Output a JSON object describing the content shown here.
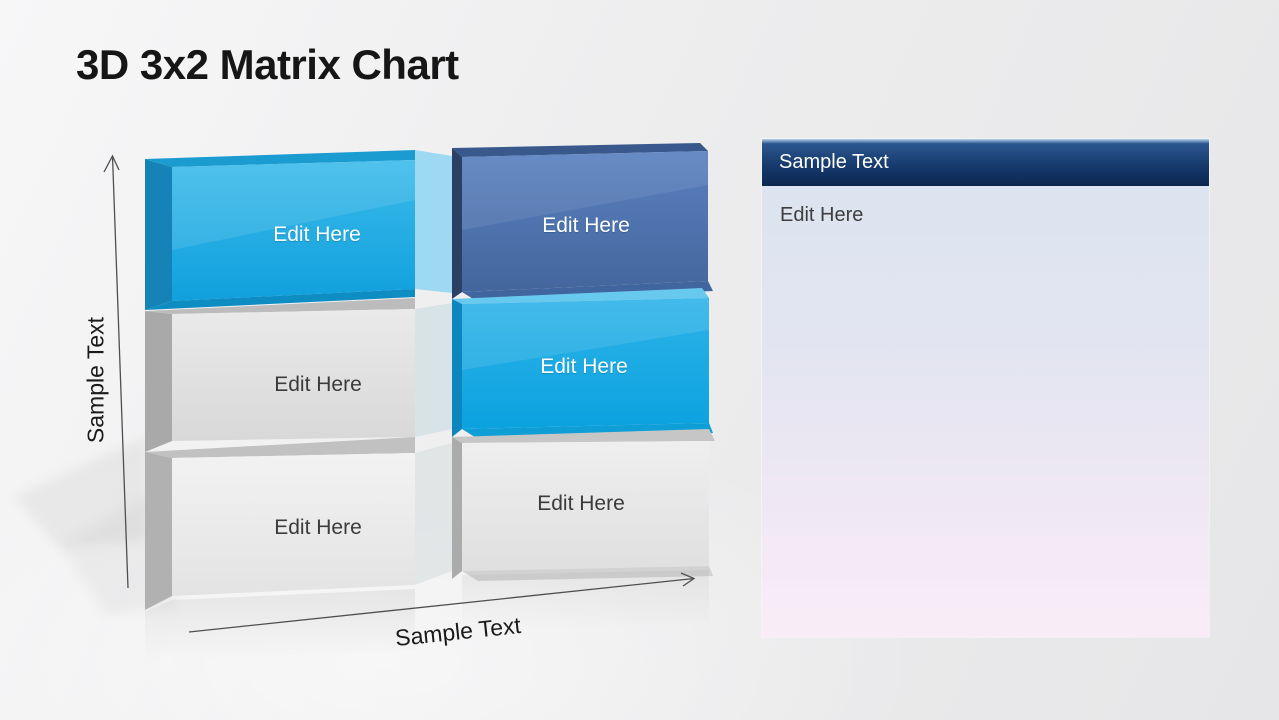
{
  "title": "3D 3x2 Matrix Chart",
  "matrix": {
    "rows": 3,
    "cols": 2,
    "x_axis_label": "Sample Text",
    "y_axis_label": "Sample Text",
    "cells": [
      {
        "id": "top-left",
        "label": "Edit Here",
        "style": "cyan"
      },
      {
        "id": "top-right",
        "label": "Edit Here",
        "style": "steel-blue"
      },
      {
        "id": "middle-left",
        "label": "Edit Here",
        "style": "gray"
      },
      {
        "id": "middle-right",
        "label": "Edit Here",
        "style": "cyan"
      },
      {
        "id": "bottom-left",
        "label": "Edit Here",
        "style": "gray"
      },
      {
        "id": "bottom-right",
        "label": "Edit Here",
        "style": "gray"
      }
    ]
  },
  "panel": {
    "header": "Sample Text",
    "body_text": "Edit Here"
  },
  "colors": {
    "accent_cyan": "#14a5e0",
    "steel_blue": "#4d74b3",
    "gray_box": "#e6e6e6",
    "panel_header_top": "#2b578f",
    "panel_header_bottom": "#0c2750",
    "panel_body_top": "#dbe4f0",
    "panel_body_bottom": "#f9ecf7",
    "background": "#ebebec",
    "axis_line": "#4f4f4f",
    "text_dark": "#3b3b3b",
    "text_light": "#ffffff"
  }
}
